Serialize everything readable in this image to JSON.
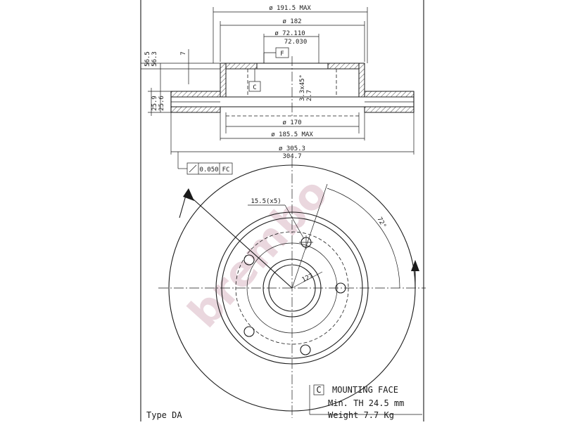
{
  "side_view": {
    "dim_outer_hat": "ø 191.5 MAX",
    "dim_hat_inner": "ø 182",
    "dim_bore_max": "ø 72.110",
    "dim_bore_min": "72.030",
    "datum_f": "F",
    "datum_c": "C",
    "dim_offset_a": "56.5",
    "dim_offset_b": "56.3",
    "dim_seven": "7",
    "dim_thick_a": "25.9",
    "dim_thick_b": "25.6",
    "dim_chamfer": "3.3x45°",
    "dim_chamfer_b": "2.7",
    "dim_170": "ø 170",
    "dim_185": "ø 185.5 MAX",
    "dim_outer_a": "ø 305.3",
    "dim_outer_b": "304.7",
    "tolerance_value": "0.050",
    "tolerance_ref": "FC"
  },
  "front_view": {
    "hole_label": "15.5(x5)",
    "angle_label": "72°",
    "pcd_label": "127"
  },
  "legend": {
    "symbol": "C",
    "title": "MOUNTING FACE",
    "min_th": "Min. TH 24.5 mm",
    "weight": "Weight 7.7 Kg"
  },
  "type_label": "Type DA",
  "watermark": "brembo"
}
